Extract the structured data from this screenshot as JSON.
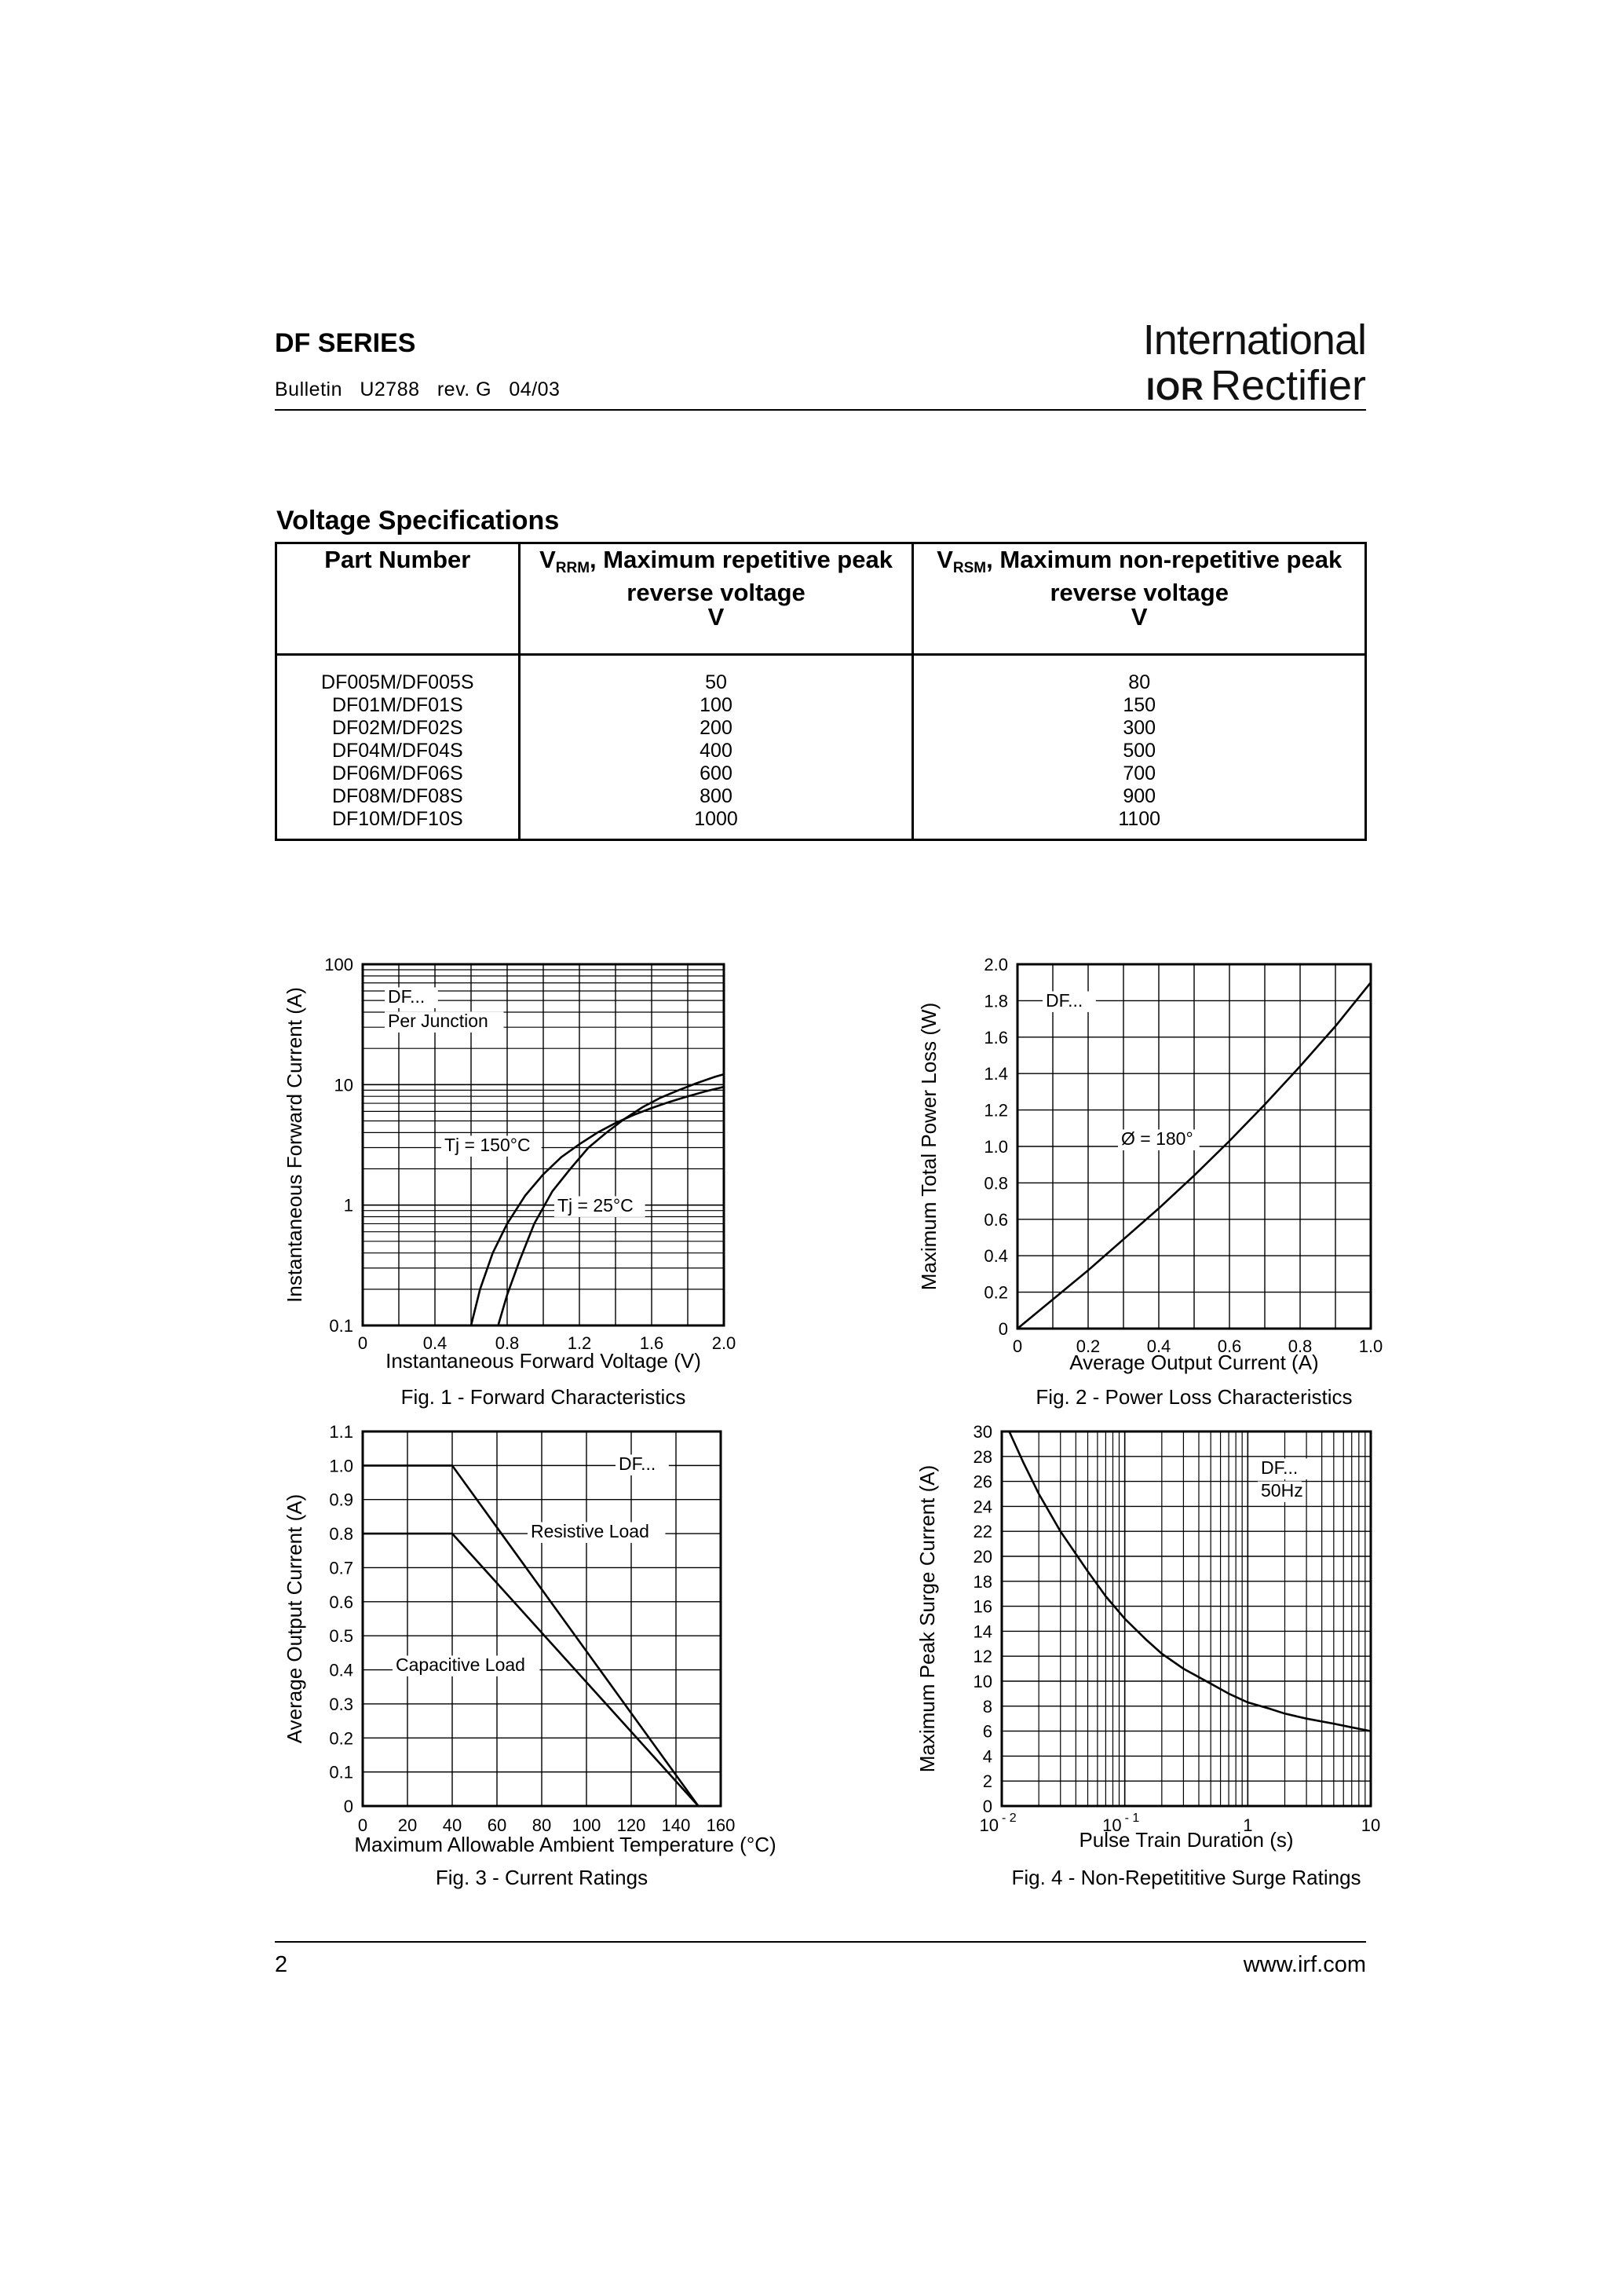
{
  "header": {
    "series_title": "DF SERIES",
    "bulletin": "Bulletin   U2788   rev. G   04/03",
    "logo_line1": "International",
    "logo_ior": "IOR",
    "logo_line2": "Rectifier"
  },
  "voltage_table": {
    "title": "Voltage Specifications",
    "col1_header": "Part Number",
    "col2_sym": "V",
    "col2_sub": "RRM",
    "col2_header": ", Maximum repetitive peak reverse voltage",
    "col2_unit": "V",
    "col3_sym": "V",
    "col3_sub": "RSM",
    "col3_header": ", Maximum non-repetitive peak reverse voltage",
    "col3_unit": "V",
    "rows": [
      {
        "part": "DF005M/DF005S",
        "vrrm": "50",
        "vrsm": "80"
      },
      {
        "part": "DF01M/DF01S",
        "vrrm": "100",
        "vrsm": "150"
      },
      {
        "part": "DF02M/DF02S",
        "vrrm": "200",
        "vrsm": "300"
      },
      {
        "part": "DF04M/DF04S",
        "vrrm": "400",
        "vrsm": "500"
      },
      {
        "part": "DF06M/DF06S",
        "vrrm": "600",
        "vrsm": "700"
      },
      {
        "part": "DF08M/DF08S",
        "vrrm": "800",
        "vrsm": "900"
      },
      {
        "part": "DF10M/DF10S",
        "vrrm": "1000",
        "vrsm": "1100"
      }
    ]
  },
  "chart_data": [
    {
      "type": "line",
      "caption": "Fig. 1 - Forward Characteristics",
      "xlabel": "Instantaneous Forward Voltage (V)",
      "ylabel": "Instantaneous Forward Current (A)",
      "xlim": [
        0,
        2.0
      ],
      "ylim": [
        0.1,
        100
      ],
      "yscale": "log",
      "xticks": [
        "0",
        "0.4",
        "0.8",
        "1.2",
        "1.6",
        "2.0"
      ],
      "yticks": [
        "0.1",
        "1",
        "10",
        "100"
      ],
      "annotations": [
        "DF...",
        "Per Junction",
        "Tj = 150°C",
        "Tj = 25°C"
      ],
      "series": [
        {
          "name": "Tj = 150°C",
          "x": [
            0.6,
            0.65,
            0.72,
            0.8,
            0.9,
            1.0,
            1.1,
            1.2,
            1.3,
            1.4,
            1.5,
            1.6,
            1.7,
            1.8,
            1.9,
            2.0
          ],
          "y": [
            0.1,
            0.2,
            0.4,
            0.7,
            1.2,
            1.8,
            2.5,
            3.2,
            4.0,
            4.8,
            5.6,
            6.4,
            7.2,
            8.0,
            8.8,
            9.6
          ]
        },
        {
          "name": "Tj = 25°C",
          "x": [
            0.75,
            0.8,
            0.87,
            0.95,
            1.05,
            1.15,
            1.25,
            1.35,
            1.45,
            1.55,
            1.65,
            1.75,
            1.85,
            1.95,
            2.0
          ],
          "y": [
            0.1,
            0.18,
            0.35,
            0.7,
            1.3,
            2.0,
            3.0,
            4.0,
            5.2,
            6.5,
            7.8,
            9.0,
            10.3,
            11.6,
            12.2
          ]
        }
      ]
    },
    {
      "type": "line",
      "caption": "Fig. 2 - Power Loss Characteristics",
      "xlabel": "Average Output Current (A)",
      "ylabel": "Maximum Total Power Loss (W)",
      "xlim": [
        0,
        1.0
      ],
      "ylim": [
        0,
        2.0
      ],
      "xticks": [
        "0",
        "0.2",
        "0.4",
        "0.6",
        "0.8",
        "1.0"
      ],
      "yticks": [
        "0",
        "0.2",
        "0.4",
        "0.6",
        "0.8",
        "1.0",
        "1.2",
        "1.4",
        "1.6",
        "1.8",
        "2.0"
      ],
      "annotations": [
        "DF...",
        "Ø = 180°"
      ],
      "series": [
        {
          "name": "Ø = 180°",
          "x": [
            0,
            0.1,
            0.2,
            0.3,
            0.4,
            0.5,
            0.6,
            0.7,
            0.8,
            0.9,
            1.0
          ],
          "y": [
            0,
            0.16,
            0.32,
            0.49,
            0.66,
            0.84,
            1.03,
            1.23,
            1.44,
            1.66,
            1.9
          ]
        }
      ]
    },
    {
      "type": "line",
      "caption": "Fig. 3 - Current Ratings",
      "xlabel": "Maximum Allowable Ambient Temperature (°C)",
      "ylabel": "Average Output Current (A)",
      "xlim": [
        0,
        160
      ],
      "ylim": [
        0,
        1.1
      ],
      "xticks": [
        "0",
        "20",
        "40",
        "60",
        "80",
        "100",
        "120",
        "140",
        "160"
      ],
      "yticks": [
        "0",
        "0.1",
        "0.2",
        "0.3",
        "0.4",
        "0.5",
        "0.6",
        "0.7",
        "0.8",
        "0.9",
        "1.0",
        "1.1"
      ],
      "annotations": [
        "DF...",
        "Resistive Load",
        "Capacitive Load"
      ],
      "series": [
        {
          "name": "Resistive Load",
          "x": [
            0,
            40,
            150
          ],
          "y": [
            1.0,
            1.0,
            0
          ]
        },
        {
          "name": "Capacitive Load",
          "x": [
            0,
            40,
            150
          ],
          "y": [
            0.8,
            0.8,
            0
          ]
        }
      ]
    },
    {
      "type": "line",
      "caption": "Fig. 4 - Non-Repetititive Surge Ratings",
      "xlabel": "Pulse Train Duration (s)",
      "ylabel": "Maximum Peak Surge Current (A)",
      "xscale": "log",
      "xlim": [
        0.01,
        10
      ],
      "ylim": [
        0,
        30
      ],
      "xticks": [
        "10-2",
        "10-1",
        "1",
        "10"
      ],
      "yticks": [
        "0",
        "2",
        "4",
        "6",
        "8",
        "10",
        "12",
        "14",
        "16",
        "18",
        "20",
        "22",
        "24",
        "26",
        "28",
        "30"
      ],
      "annotations": [
        "DF...",
        "50Hz"
      ],
      "series": [
        {
          "name": "DF...",
          "x": [
            0.0115,
            0.015,
            0.02,
            0.03,
            0.05,
            0.07,
            0.1,
            0.15,
            0.2,
            0.3,
            0.5,
            0.7,
            1.0,
            1.5,
            2.0,
            3.0,
            5.0,
            7.0,
            10.0
          ],
          "y": [
            30,
            27.5,
            25,
            22,
            18.8,
            16.8,
            15,
            13.3,
            12.2,
            11,
            9.8,
            9.0,
            8.3,
            7.8,
            7.4,
            7.0,
            6.6,
            6.3,
            6.0
          ]
        }
      ]
    }
  ],
  "footer": {
    "page_number": "2",
    "url": "www.irf.com"
  }
}
